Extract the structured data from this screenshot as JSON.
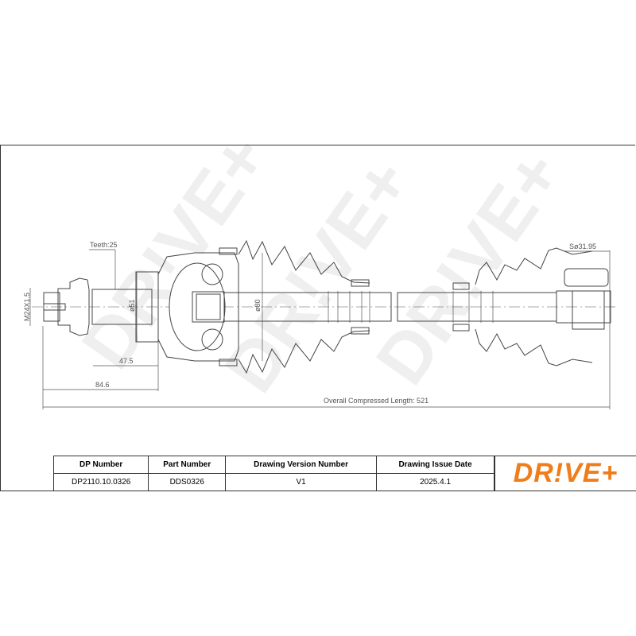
{
  "drawing": {
    "teeth_label": "Teeth:25",
    "thread_label": "M24X1.5",
    "dia51_label": "ø51",
    "dia80_label": "ø80",
    "dim_47_5": "47.5",
    "dim_84_6": "84.6",
    "ball_label": "Sø31.95",
    "overall_label": "Overall  Compressed  Length: 521"
  },
  "title_block": {
    "headers": [
      "DP Number",
      "Part Number",
      "Drawing Version Number",
      "Drawing Issue Date"
    ],
    "values": [
      "DP2110.10.0326",
      "DDS0326",
      "V1",
      "2025.4.1"
    ],
    "logo_text": "DR!VE+",
    "logo_color": "#f07d1a"
  }
}
